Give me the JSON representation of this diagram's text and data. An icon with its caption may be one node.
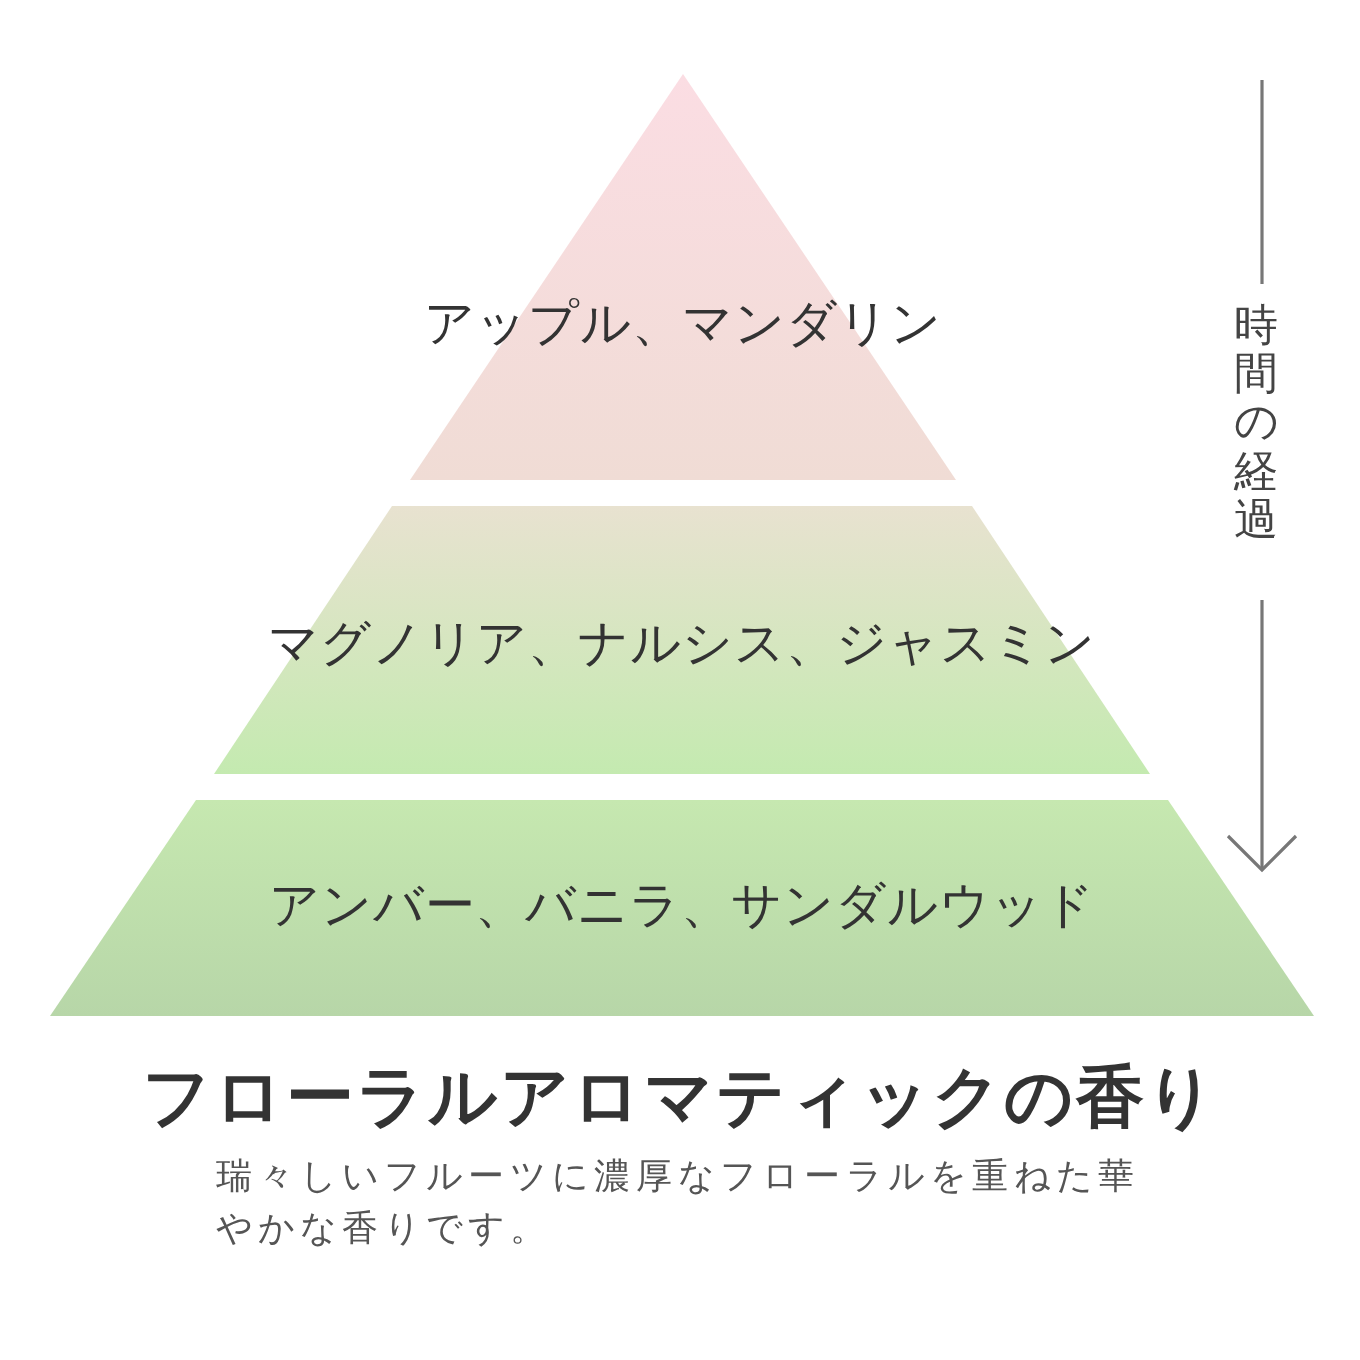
{
  "diagram": {
    "title": "フローラルアロマティックの香り",
    "caption": "瑞々しいフルーツに濃厚なフローラルを重ねた華やかな香りです。",
    "nodes": [
      {
        "text": [
          "アップル、マンダリン"
        ]
      },
      {
        "text": [
          "マグノリア、ナルシス、ジャスミン"
        ]
      },
      {
        "text": [
          "アンバー、バニラ、サンダルウッド"
        ]
      }
    ],
    "labels": [
      "時間の経過"
    ]
  }
}
